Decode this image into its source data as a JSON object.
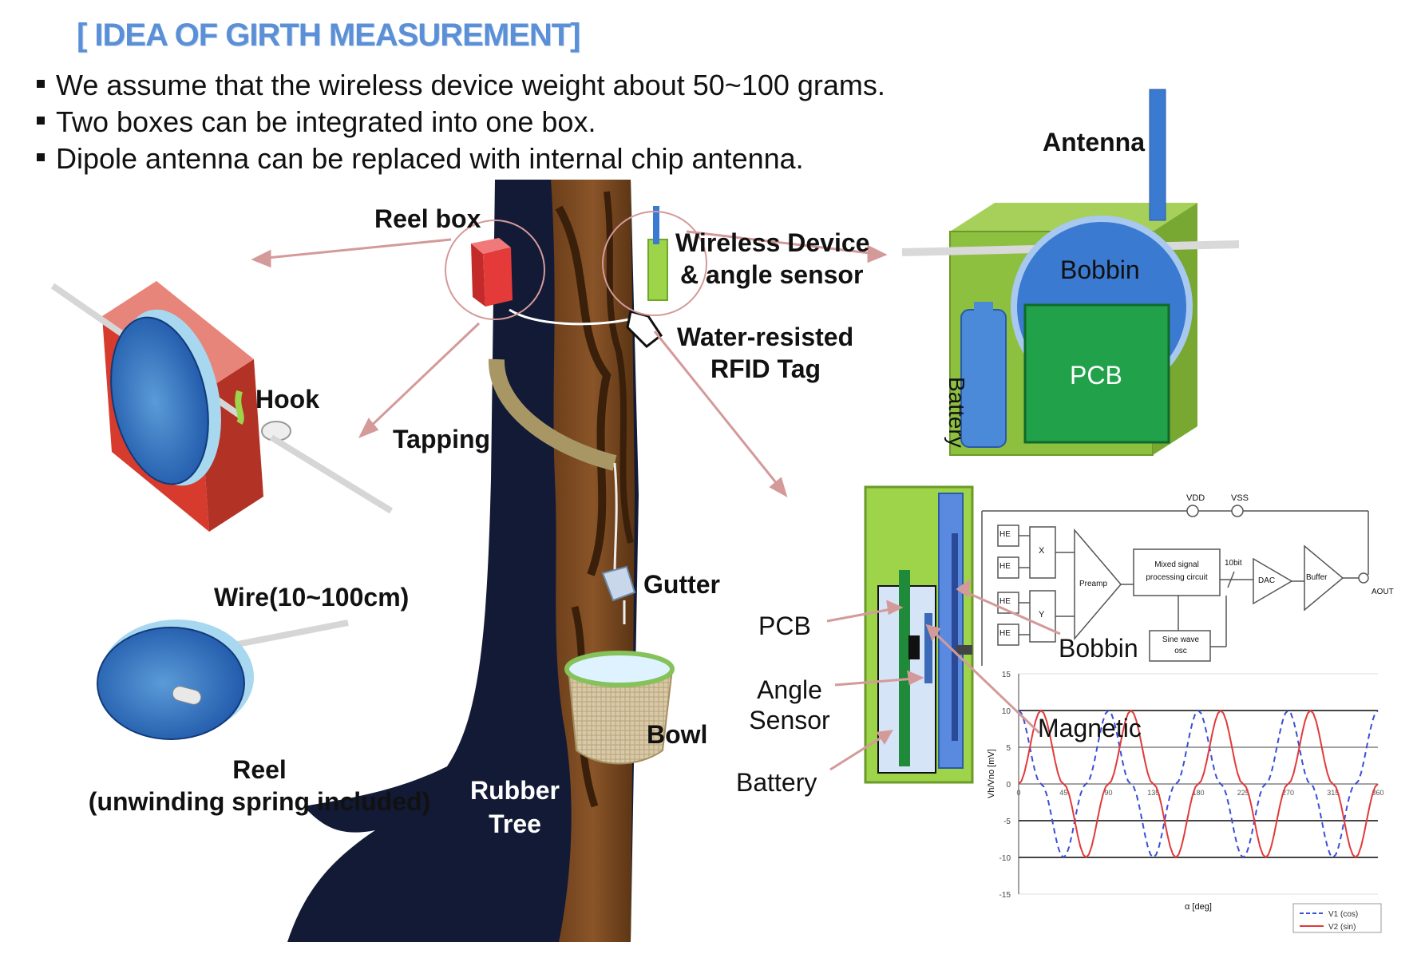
{
  "title": "[  IDEA OF GIRTH MEASUREMENT]",
  "bullets": [
    "We assume that the wireless device weight about 50~100 grams.",
    "Two boxes can be integrated into one box.",
    "Dipole antenna can be replaced with internal chip antenna."
  ],
  "labels": {
    "reel_box": "Reel box",
    "wireless_device_1": "Wireless Device",
    "wireless_device_2": "& angle sensor",
    "water_resisted_1": "Water-resisted",
    "water_resisted_2": "RFID Tag",
    "hook": "Hook",
    "tapping": "Tapping",
    "gutter": "Gutter",
    "bowl": "Bowl",
    "rubber_tree_1": "Rubber",
    "rubber_tree_2": "Tree",
    "wire": "Wire(10~100cm)",
    "reel_1": "Reel",
    "reel_2": "(unwinding spring included)",
    "antenna": "Antenna",
    "bobbin_box": "Bobbin",
    "pcb_box": "PCB",
    "battery_box": "Battery",
    "pcb": "PCB",
    "angle_sensor_1": "Angle",
    "angle_sensor_2": "Sensor",
    "battery": "Battery",
    "bobbin": "Bobbin",
    "magnetic": "Magnetic"
  },
  "circuit": {
    "vdd": "VDD",
    "vss": "VSS",
    "x": "X",
    "y": "Y",
    "preamp": "Preamp",
    "mixed_1": "Mixed signal",
    "mixed_2": "processing circuit",
    "bits": "10bit",
    "dac": "DAC",
    "buffer": "Buffer",
    "aout": "AOUT",
    "sine_1": "Sine wave",
    "sine_2": "osc",
    "he": [
      "HE",
      "HE",
      "HE",
      "HE"
    ]
  },
  "chart_data": {
    "type": "line",
    "xlabel": "α [deg]",
    "ylabel": "Vh/Vno [mV]",
    "xlim": [
      0,
      360
    ],
    "ylim": [
      -15,
      15
    ],
    "yticks": [
      15,
      10,
      5,
      0,
      -5,
      -10,
      -15
    ],
    "xticks": [
      0,
      45,
      90,
      135,
      180,
      225,
      270,
      315,
      360
    ],
    "xticklabels": [
      "0",
      "45",
      "90",
      "135",
      "180",
      "225",
      "270",
      "315",
      "360"
    ],
    "legend_position": "bottom-right",
    "series": [
      {
        "name": "V1 (cos)",
        "color": "#3b4fd8",
        "style": "dashed",
        "x": [
          0,
          22.5,
          45,
          67.5,
          90,
          112.5,
          135,
          157.5,
          180,
          202.5,
          225,
          247.5,
          270,
          292.5,
          315,
          337.5,
          360
        ],
        "values": [
          10,
          0,
          -10,
          0,
          10,
          0,
          -10,
          0,
          10,
          0,
          -10,
          0,
          10,
          0,
          -10,
          0,
          10
        ]
      },
      {
        "name": "V2 (sin)",
        "color": "#e03a3a",
        "style": "solid",
        "x": [
          0,
          22.5,
          45,
          67.5,
          90,
          112.5,
          135,
          157.5,
          180,
          202.5,
          225,
          247.5,
          270,
          292.5,
          315,
          337.5,
          360
        ],
        "values": [
          0,
          10,
          0,
          -10,
          0,
          10,
          0,
          -10,
          0,
          10,
          0,
          -10,
          0,
          10,
          0,
          -10,
          0
        ]
      }
    ]
  }
}
